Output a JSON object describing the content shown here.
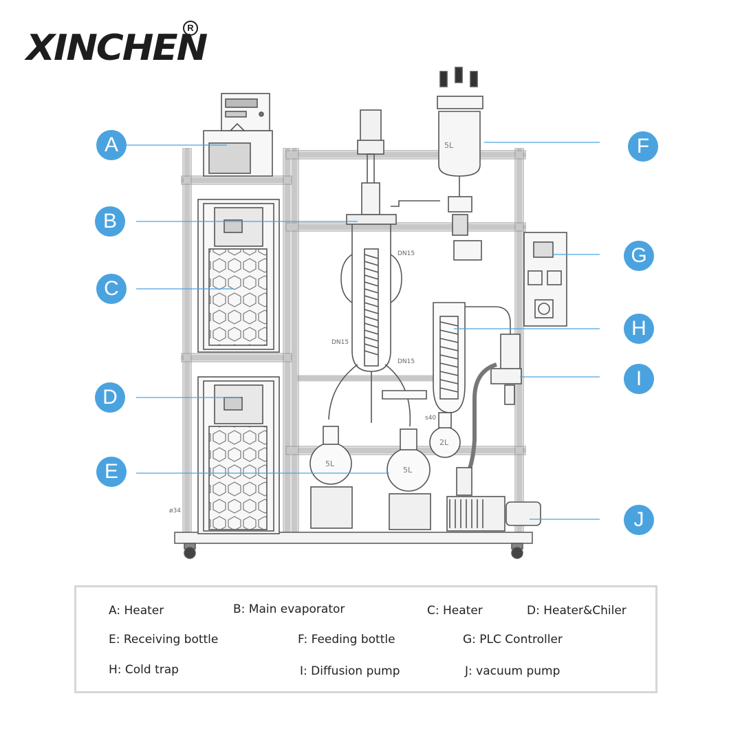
{
  "brand": {
    "logo_text": "XINCHEN",
    "registered_mark": "R"
  },
  "callouts": {
    "A": "A",
    "B": "B",
    "C": "C",
    "D": "D",
    "E": "E",
    "F": "F",
    "G": "G",
    "H": "H",
    "I": "I",
    "J": "J"
  },
  "diagram_labels": {
    "dn15_top": "DN15",
    "dn15_left": "DN15",
    "dn15_bottom": "DN15",
    "feed_volume": "5L",
    "flask_left": "5L",
    "flask_center": "5L",
    "flask_right": "2L",
    "s40": "s40",
    "tube_dia": "ø34"
  },
  "legend": {
    "a": "A: Heater",
    "b": "B: Main evaporator",
    "c": "C: Heater",
    "d": "D: Heater&Chiler",
    "e": "E: Receiving bottle",
    "f": "F: Feeding bottle",
    "g": "G:  PLC Controller",
    "h": "H: Cold trap",
    "i": "I: Diffusion pump",
    "j": "J: vacuum pump"
  },
  "colors": {
    "marker": "#4aa3df",
    "leader_line": "#4aa3df",
    "line_art": "#555555",
    "frame": "#c8c8c8",
    "legend_border": "#d6d6d6"
  }
}
